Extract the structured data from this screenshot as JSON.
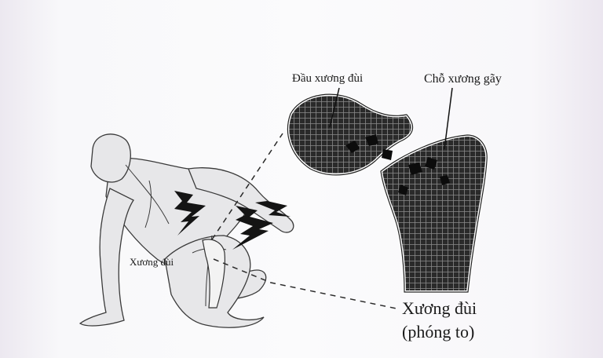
{
  "labels": {
    "femoral_head": "Đầu xương đùi",
    "fracture_site": "Chỗ xương gãy",
    "thigh_bone_small": "Xương đùi",
    "thigh_bone_big": "Xương đùi",
    "enlarged": "(phóng to)"
  }
}
